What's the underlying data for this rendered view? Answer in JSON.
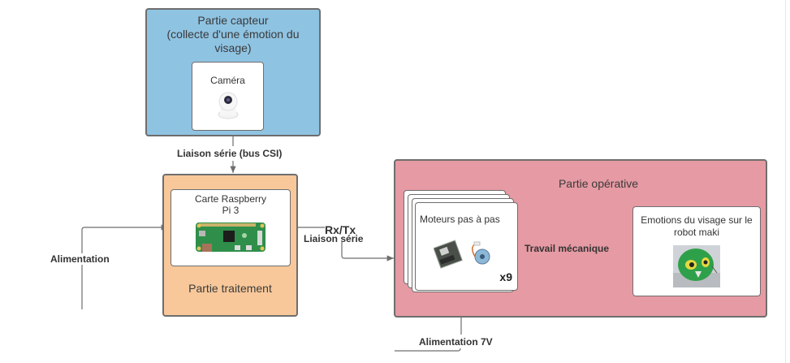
{
  "diagram": {
    "sensor_block": {
      "title": "Partie capteur\n(collecte d'une émotion du visage)",
      "title_line1": "Partie capteur",
      "title_line2": "(collecte d'une émotion du",
      "title_line3": "visage)",
      "color": "#8fc3e2",
      "component": {
        "label": "Caméra",
        "icon": "camera-icon"
      }
    },
    "processing_block": {
      "title": "Partie traitement",
      "color": "#f8c89a",
      "component": {
        "label_line1": "Carte Raspberry",
        "label_line2": "Pi 3",
        "icon": "raspberry-pi-board-icon"
      }
    },
    "operative_block": {
      "title": "Partie opérative",
      "color": "#e69aa3",
      "motors": {
        "label": "Moteurs pas à pas",
        "count": "x9",
        "icon": "stepper-motor-icon"
      },
      "output": {
        "label_line1": "Emotions du visage sur le",
        "label_line2": "robot maki",
        "icon": "robot-face-icon"
      }
    },
    "connections": {
      "csi_link": "Liaison série (bus CSI)",
      "power_left": "Alimentation",
      "rxtx": "Rx/Tx",
      "serial_link": "Liaison série",
      "mechanical": "Travail mécanique",
      "power_7v": "Alimentation 7V"
    },
    "line_color": "#6e6e6e"
  }
}
